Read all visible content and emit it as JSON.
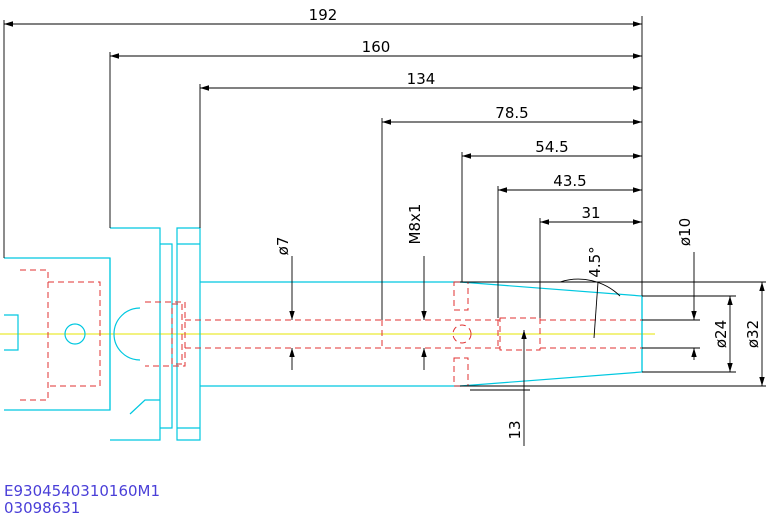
{
  "drawing": {
    "dimensions": {
      "overall_length": "192",
      "flange_to_tip": "160",
      "body_to_tip": "134",
      "bore_start": "78.5",
      "side_hole": "54.5",
      "seat_start": "43.5",
      "nose_length": "31",
      "taper_angle": "4.5°",
      "bore_diameter": "ø7",
      "thread": "M8x1",
      "tip_diameter": "ø10",
      "inner_diameter": "ø24",
      "outer_diameter": "ø32",
      "offset": "13"
    },
    "colors": {
      "outline": "#00c8e0",
      "hidden": "#e03030",
      "centerline": "#e6e600",
      "dimension": "#000000",
      "code_text": "#4a3fd8"
    }
  },
  "part_code": {
    "line1": "E9304540310160M1",
    "line2": "03098631"
  }
}
